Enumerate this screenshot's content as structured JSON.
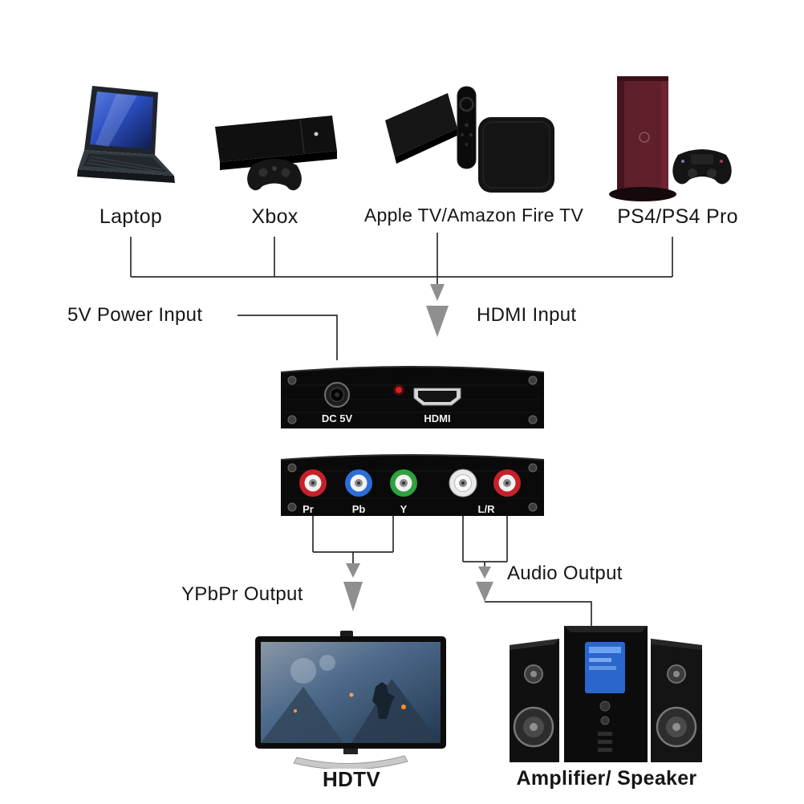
{
  "sources": [
    {
      "name": "laptop",
      "label": "Laptop"
    },
    {
      "name": "xbox",
      "label": "Xbox"
    },
    {
      "name": "apple-fire-tv",
      "label": "Apple TV/Amazon Fire TV"
    },
    {
      "name": "ps4",
      "label": "PS4/PS4 Pro"
    }
  ],
  "annotations": {
    "power_input": "5V Power Input",
    "hdmi_input": "HDMI Input",
    "ypbpr_output": "YPbPr Output",
    "audio_output": "Audio Output"
  },
  "converter": {
    "front": {
      "dc_label": "DC 5V",
      "hdmi_label": "HDMI"
    },
    "back": {
      "pr_label": "Pr",
      "pb_label": "Pb",
      "y_label": "Y",
      "lr_label": "L/R"
    }
  },
  "sinks": {
    "hdtv_label": "HDTV",
    "amplifier_label": "Amplifier/ Speaker"
  },
  "colors": {
    "pr_jack": "#c6202a",
    "pb_jack": "#2c6ed8",
    "y_jack": "#2da23e",
    "l_jack": "#e9e9e9",
    "r_jack": "#c6202a",
    "power_led": "#e31c1c",
    "wire": "#2e2e2e",
    "arrow": "#8f8f8f"
  }
}
